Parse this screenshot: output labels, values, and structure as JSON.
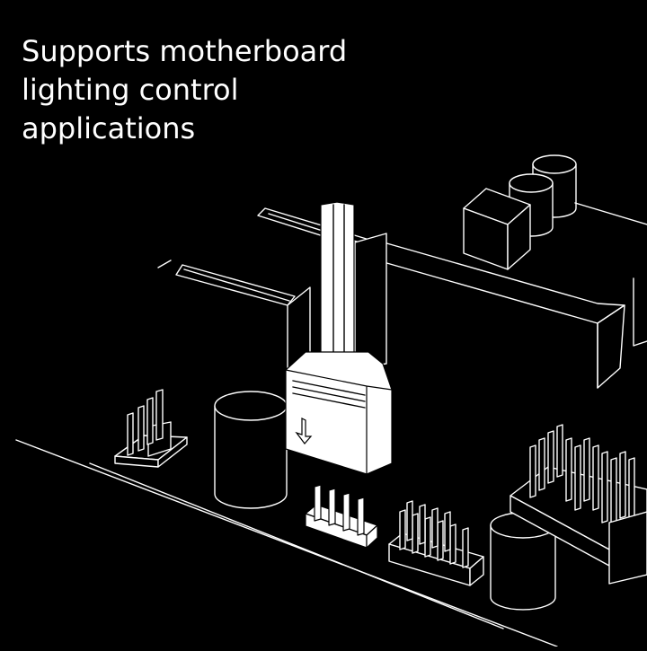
{
  "headline": {
    "lines": [
      "Supports motherboard",
      "lighting control",
      "applications"
    ]
  },
  "illustration": {
    "subject": "motherboard-3pin-argb-header",
    "background": "#000000",
    "line_color": "#ffffff",
    "icons": [
      "connector-plug-icon",
      "down-arrow-icon"
    ]
  }
}
